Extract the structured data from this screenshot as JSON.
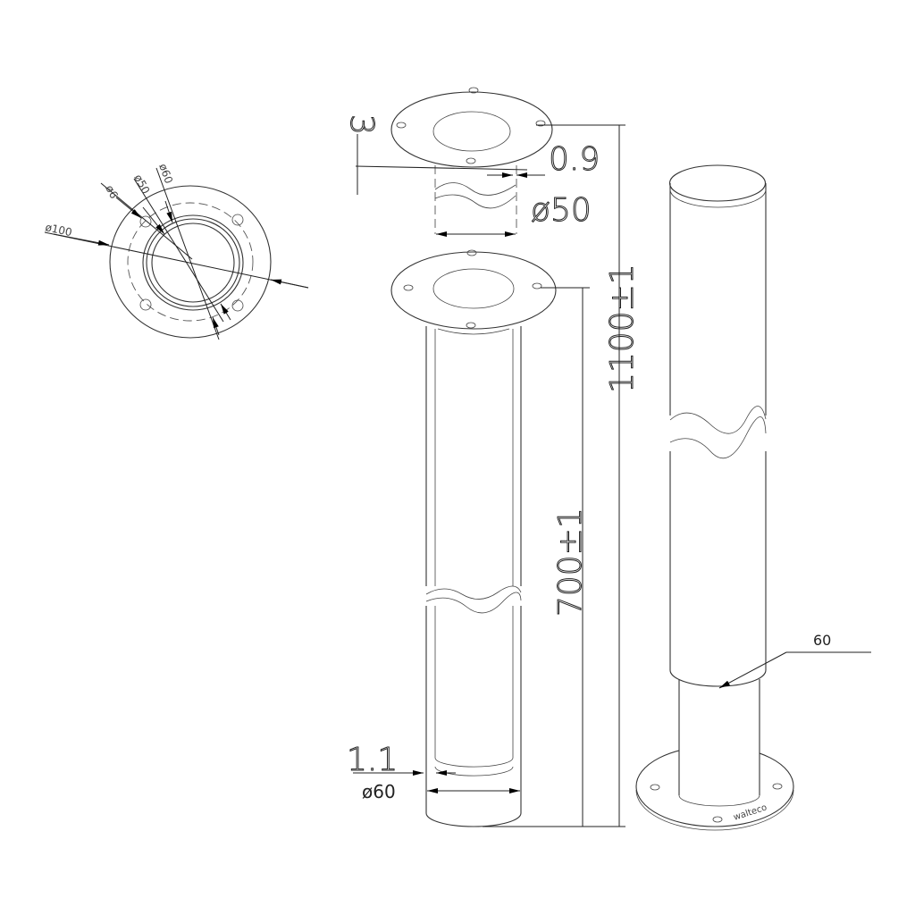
{
  "title": "Bollard technical drawing",
  "top_view": {
    "labels": [
      "ø6",
      "ø50",
      "ø60",
      "ø100"
    ]
  },
  "section_view": {
    "plate_thickness": "3",
    "wall_thickness_top": "0.9",
    "inner_diameter": "ø50",
    "total_height": "1100±1",
    "embedded_length": "700±1",
    "wall_thickness_bottom": "1.1",
    "outer_diameter": "ø60"
  },
  "assembled_view": {
    "diameter_callout": "60",
    "logo": "walteco"
  }
}
